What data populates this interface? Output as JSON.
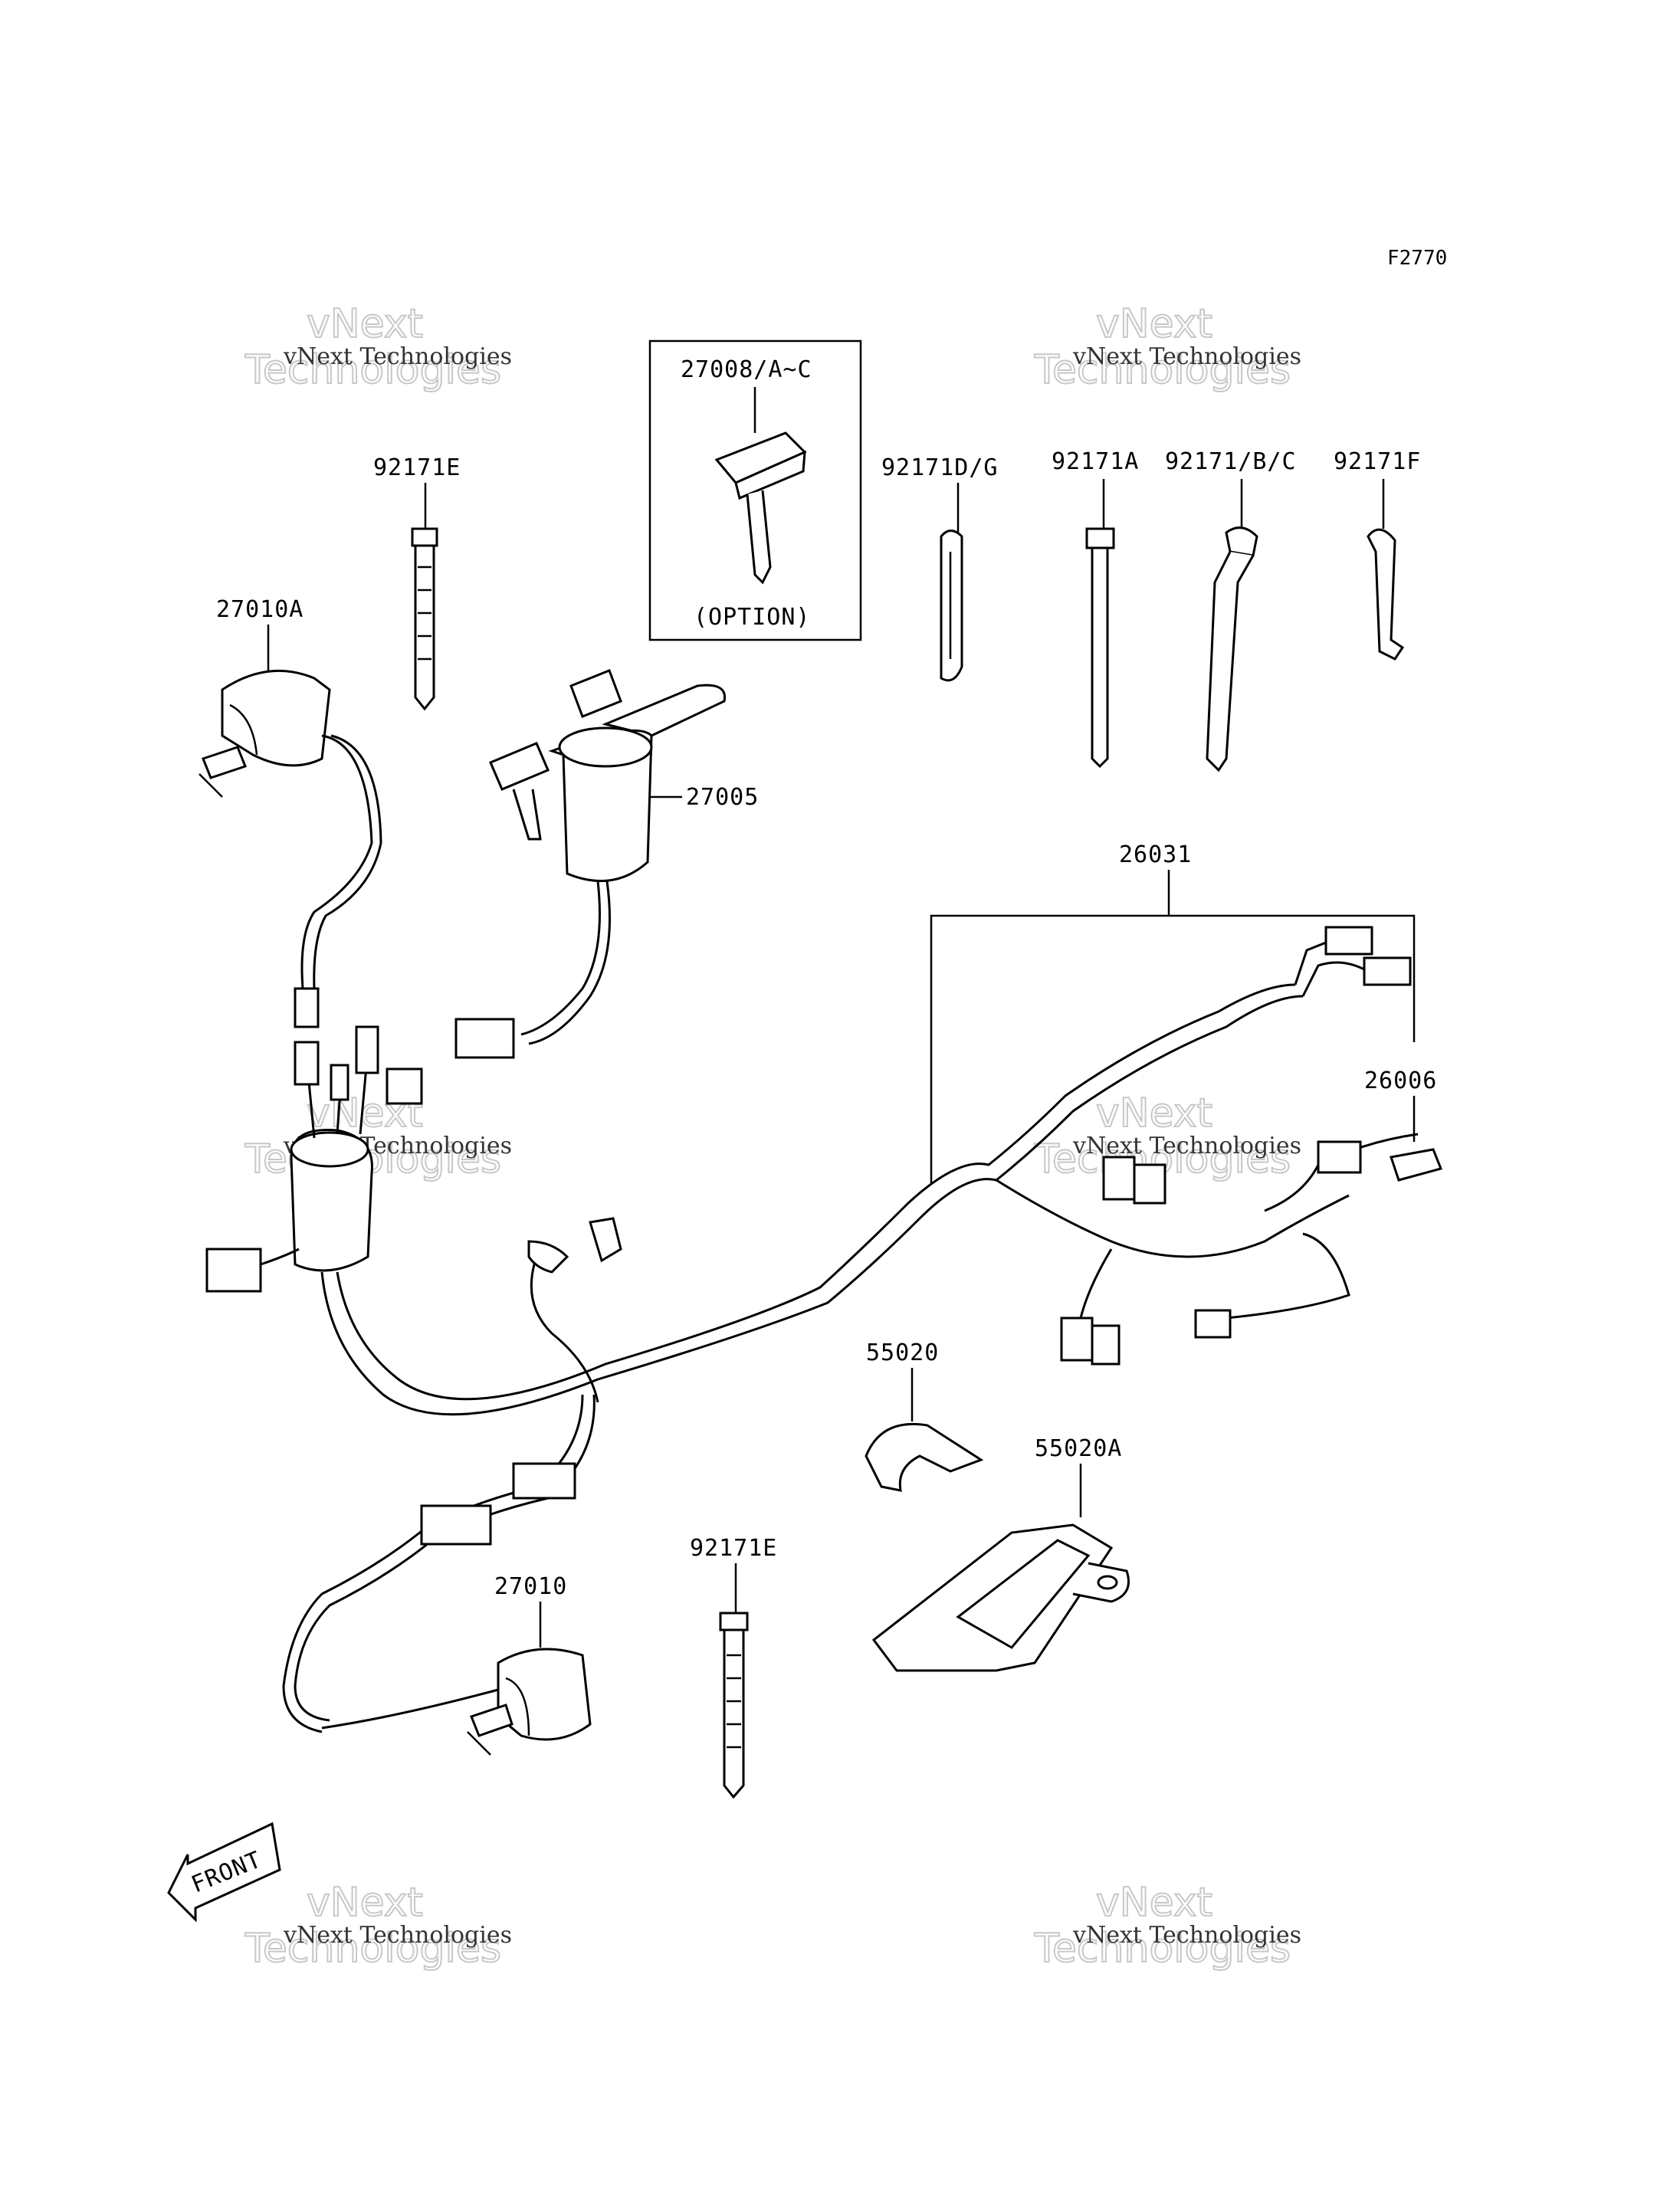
{
  "figure_code": "F2770",
  "watermark": {
    "line1": "vNext Technologies",
    "line2a": "vNext",
    "line2b": "Technologies"
  },
  "option_label": "(OPTION)",
  "front_label": "FRONT",
  "parts": {
    "p27008": "27008/A~C",
    "p92171E_top": "92171E",
    "p92171DG": "92171D/G",
    "p92171A": "92171A",
    "p92171BC": "92171/B/C",
    "p92171F": "92171F",
    "p27010A": "27010A",
    "p27005": "27005",
    "p26031": "26031",
    "p26006": "26006",
    "p55020": "55020",
    "p55020A": "55020A",
    "p27010": "27010",
    "p92171E_bottom": "92171E"
  }
}
